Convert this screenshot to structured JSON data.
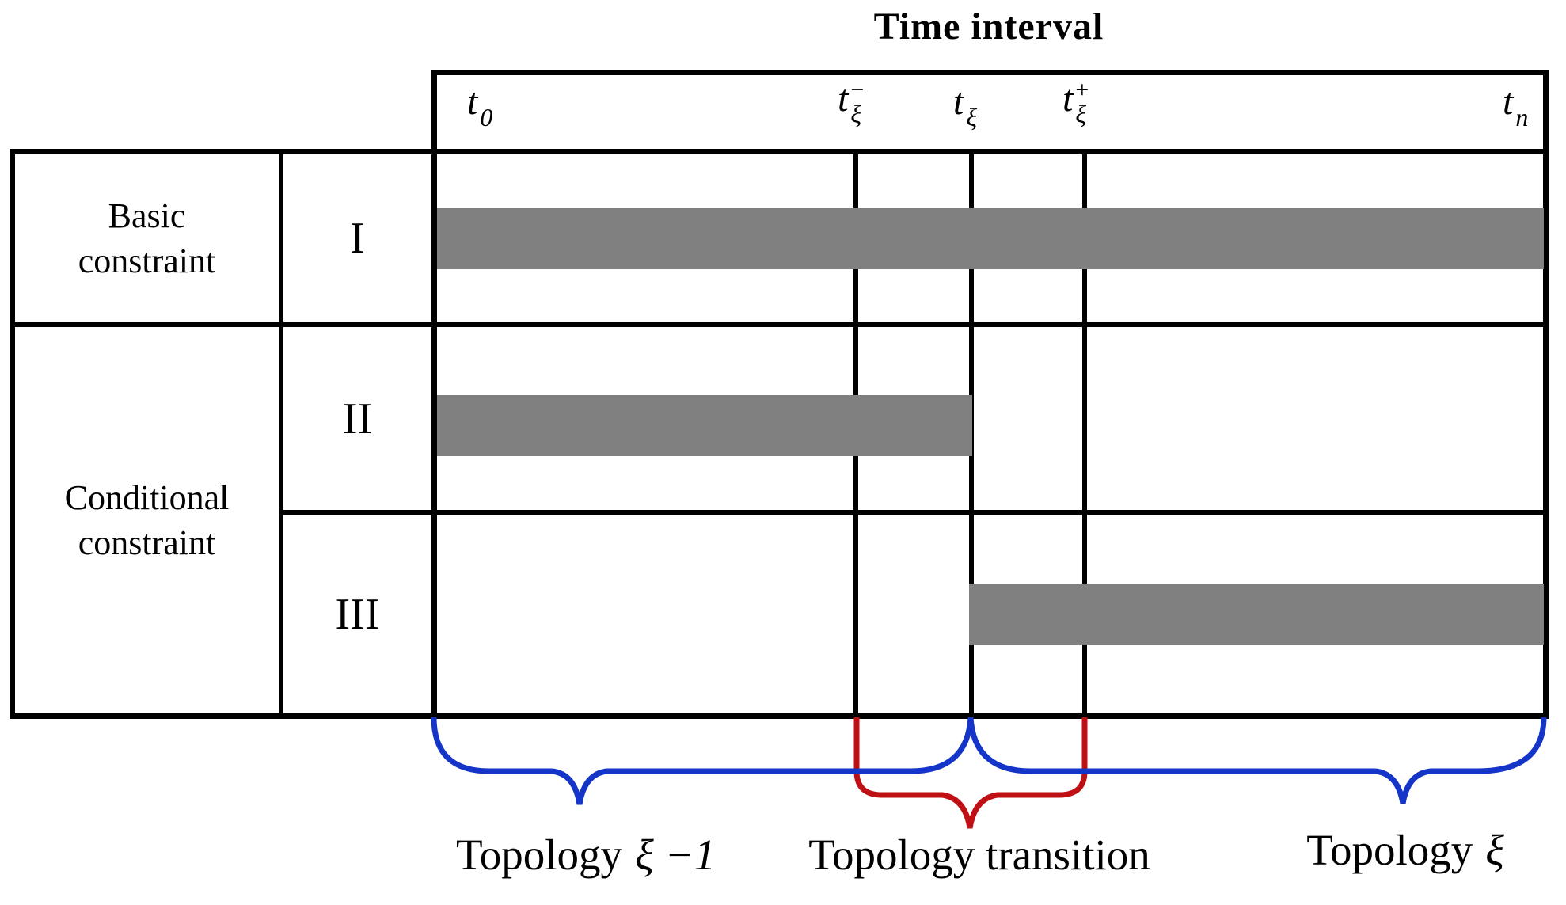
{
  "title": "Time interval",
  "colors": {
    "bar": "#808080",
    "blue": "#1435c8",
    "red": "#bf1016",
    "line": "#000000",
    "text": "#000000",
    "bg": "#ffffff"
  },
  "axis": {
    "t0": {
      "base": "t",
      "sup": "",
      "sub": "0"
    },
    "t_xi_minus": {
      "base": "t",
      "sup": "−",
      "sub": "ξ"
    },
    "t_xi": {
      "base": "t",
      "sup": "",
      "sub": "ξ"
    },
    "t_xi_plus": {
      "base": "t",
      "sup": "+",
      "sub": "ξ"
    },
    "t_n": {
      "base": "t",
      "sup": "",
      "sub": "n"
    }
  },
  "row_groups": [
    {
      "lines": [
        "Basic",
        "constraint"
      ]
    },
    {
      "lines": [
        "Conditional",
        "constraint"
      ]
    }
  ],
  "row_marks": {
    "r1": "I",
    "r2": "II",
    "r3": "III"
  },
  "bars": [
    {
      "row": "I",
      "from": "t0",
      "to": "tn"
    },
    {
      "row": "II",
      "from": "t0",
      "to": "tξ"
    },
    {
      "row": "III",
      "from": "tξ",
      "to": "tn"
    }
  ],
  "bottom_labels": {
    "left": {
      "prefix": "Topology",
      "math": "ξ −1"
    },
    "mid": {
      "prefix": "Topology transition",
      "math": ""
    },
    "right": {
      "prefix": "Topology",
      "math": "ξ"
    }
  }
}
